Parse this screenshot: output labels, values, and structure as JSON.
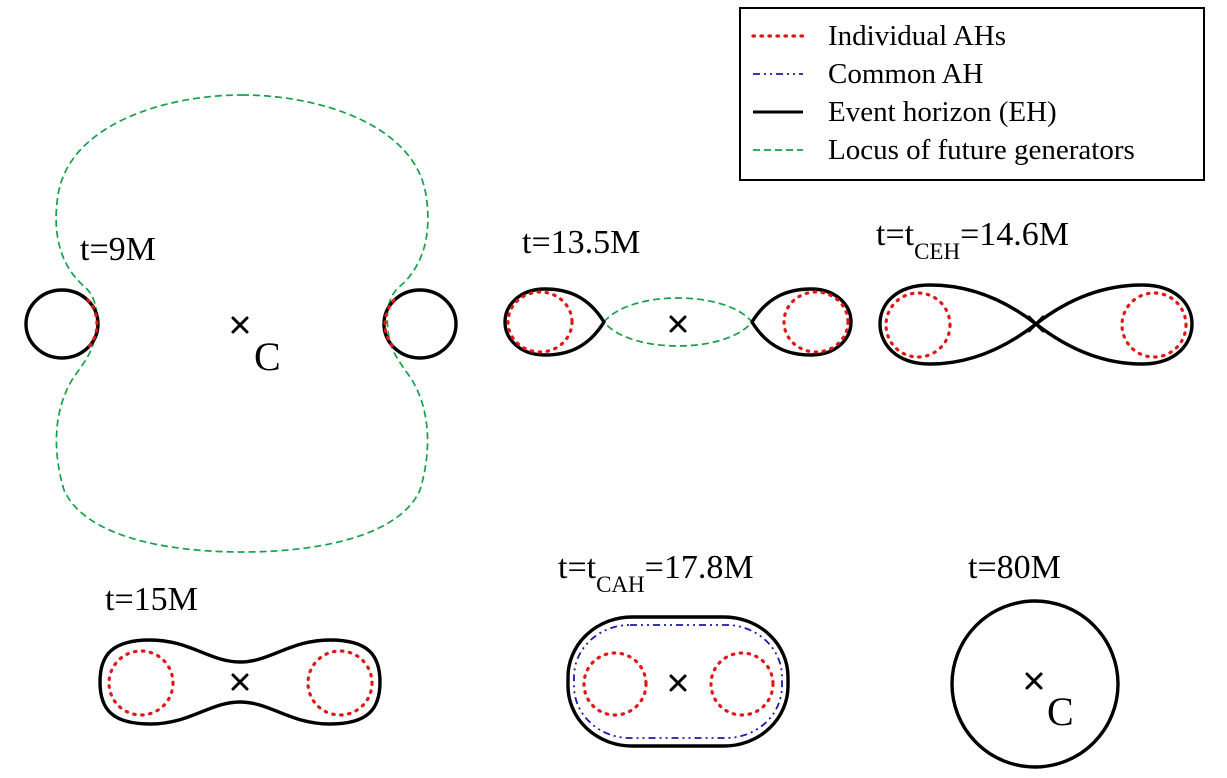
{
  "legend": {
    "items": [
      {
        "label": "Individual AHs",
        "style": "dotted",
        "color": "#e01818"
      },
      {
        "label": "Common AH",
        "style": "dash-dot-dot",
        "color": "#1a1aa8"
      },
      {
        "label": "Event horizon (EH)",
        "style": "solid",
        "color": "#000000"
      },
      {
        "label": "Locus of future generators",
        "style": "dashed",
        "color": "#16a04a"
      }
    ]
  },
  "snapshots": [
    {
      "id": "t9",
      "time_label": "t=9M",
      "center_label": "C"
    },
    {
      "id": "t13_5",
      "time_label": "t=13.5M"
    },
    {
      "id": "t14_6",
      "time_prefix": "t=t",
      "time_subscript": "CEH",
      "time_suffix": "=14.6M"
    },
    {
      "id": "t15",
      "time_label": "t=15M"
    },
    {
      "id": "t17_8",
      "time_prefix": "t=t",
      "time_subscript": "CAH",
      "time_suffix": "=17.8M"
    },
    {
      "id": "t80",
      "time_label": "t=80M",
      "center_label": "C"
    }
  ],
  "center_marker": "×"
}
